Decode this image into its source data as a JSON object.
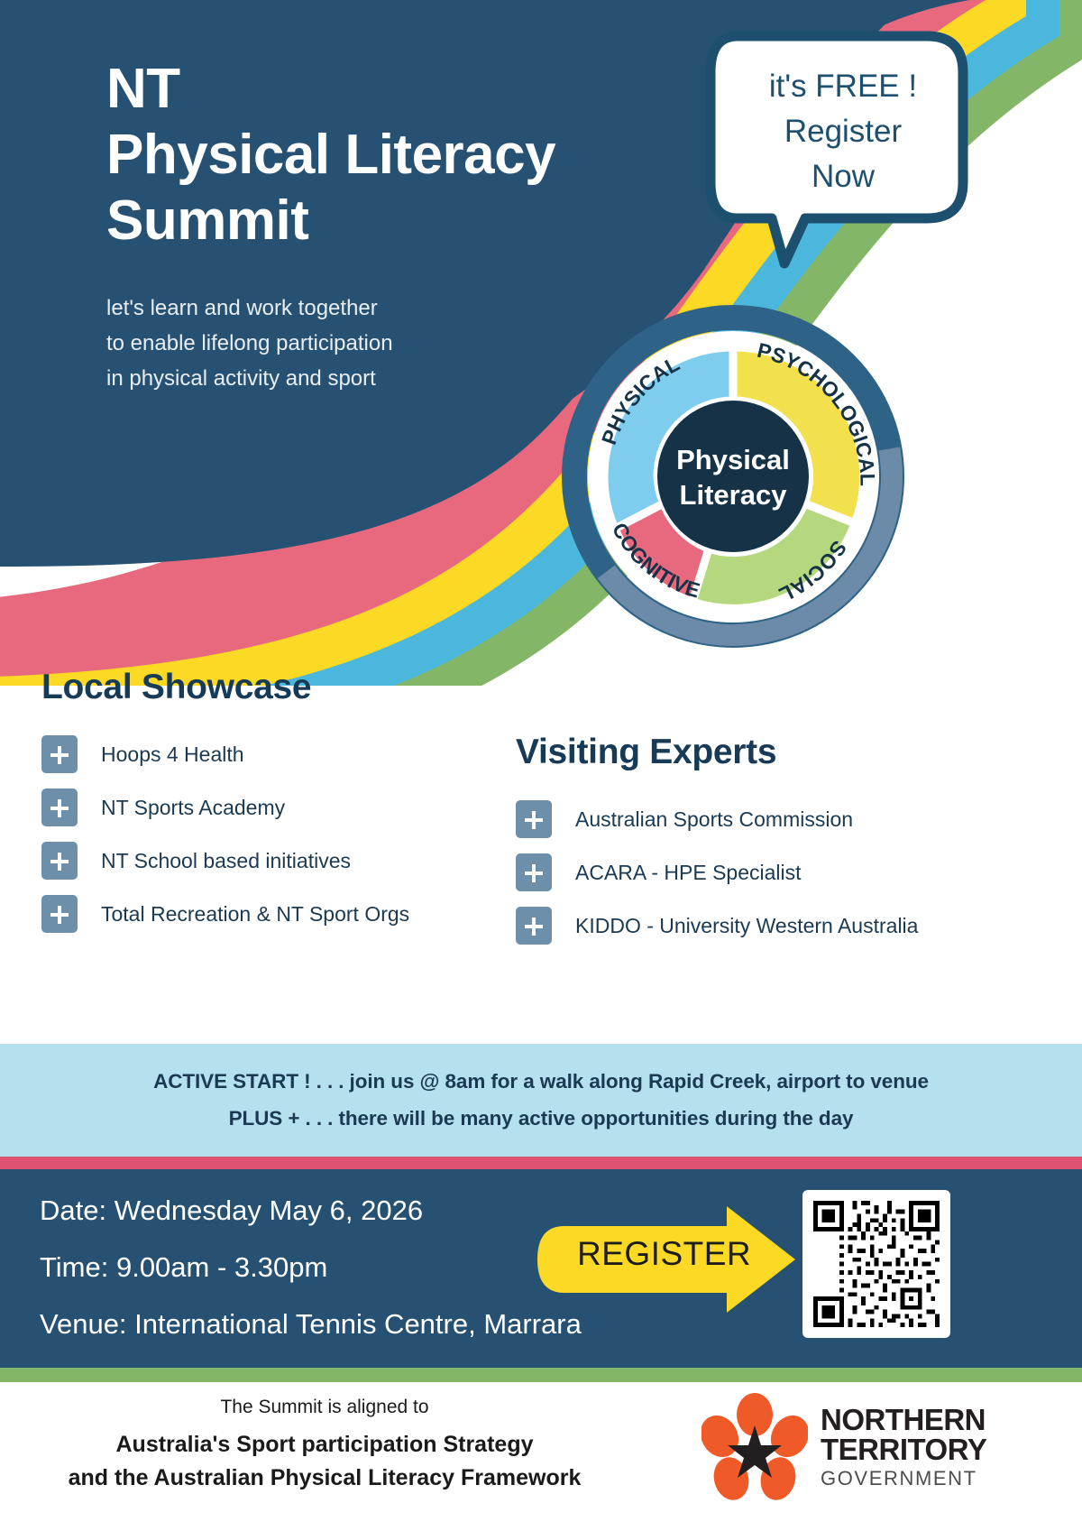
{
  "hero": {
    "title_line1": "NT",
    "title_line2": "Physical Literacy",
    "title_line3": "Summit",
    "subtitle_line1": "let's learn and work together",
    "subtitle_line2": "to enable lifelong participation",
    "subtitle_line3": "in physical activity and sport",
    "bubble_line1": "it's FREE !",
    "bubble_line2": "Register",
    "bubble_line3": "Now"
  },
  "diagram": {
    "center_line1": "Physical",
    "center_line2": "Literacy",
    "segments": [
      {
        "label": "PHYSICAL",
        "color": "#7ecdee"
      },
      {
        "label": "PSYCHOLOGICAL",
        "color": "#f2e14c"
      },
      {
        "label": "SOCIAL",
        "color": "#b5d87f"
      },
      {
        "label": "COGNITIVE",
        "color": "#e8697d"
      }
    ],
    "ring_color": "#6b8ba8",
    "outer_ring_color": "#2e6387"
  },
  "showcase": {
    "left_heading": "Local Showcase",
    "left_items": [
      "Hoops 4 Health",
      "NT Sports Academy",
      "NT School based initiatives",
      "Total Recreation & NT Sport Orgs"
    ],
    "right_heading": "Visiting Experts",
    "right_items": [
      "Australian Sports Commission",
      "ACARA - HPE Specialist",
      "KIDDO - University Western Australia"
    ]
  },
  "active_band": {
    "line1": "ACTIVE START ! . . . join us @ 8am for a walk along Rapid Creek, airport to venue",
    "line2": "PLUS + . . . there will be many active opportunities during the day",
    "background": "#b5e1ef"
  },
  "details": {
    "date": "Date: Wednesday May 6, 2026",
    "time": "Time: 9.00am - 3.30pm",
    "venue": "Venue: International Tennis Centre, Marrara",
    "register_label": "REGISTER",
    "background": "#265172",
    "arrow_color": "#fbd924"
  },
  "footer": {
    "aligned_intro": "The Summit is aligned to",
    "aligned_line1": "Australia's Sport participation Strategy",
    "aligned_line2": "and the Australian Physical Literacy Framework",
    "logo_line1": "NORTHERN",
    "logo_line2": "TERRITORY",
    "logo_line3": "GOVERNMENT",
    "logo_petal_color": "#f05a28"
  },
  "palette": {
    "navy": "#265172",
    "dark_navy": "#1b3a52",
    "pink": "#e8697d",
    "yellow": "#fbd924",
    "sky": "#4cb7dd",
    "green": "#84b667",
    "light_blue": "#b5e1ef"
  }
}
